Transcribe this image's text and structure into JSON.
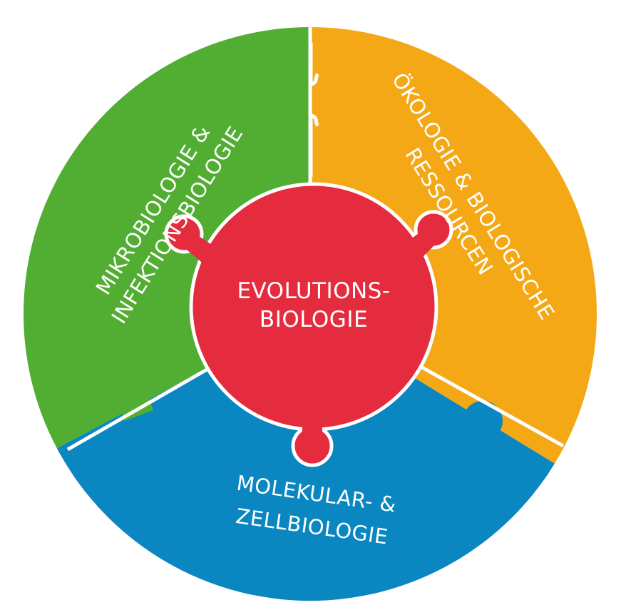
{
  "colors": {
    "green": "#52AE32",
    "orange": "#F4A816",
    "blue": "#0A86C0",
    "red": "#E52B3E",
    "separator": "#ffffff"
  },
  "segments": {
    "green": {
      "line1": "MIKROBIOLOGIE &",
      "line2": "INFEKTIONSBIOLOGIE"
    },
    "orange": {
      "line1": "ÖKOLOGIE & BIOLOGISCHE",
      "line2": "RESSOURCEN"
    },
    "blue": {
      "line1": "MOLEKULAR- &",
      "line2": "ZELLBIOLOGIE"
    }
  },
  "center": {
    "line1": "EVOLUTIONS-",
    "line2": "BIOLOGIE"
  }
}
